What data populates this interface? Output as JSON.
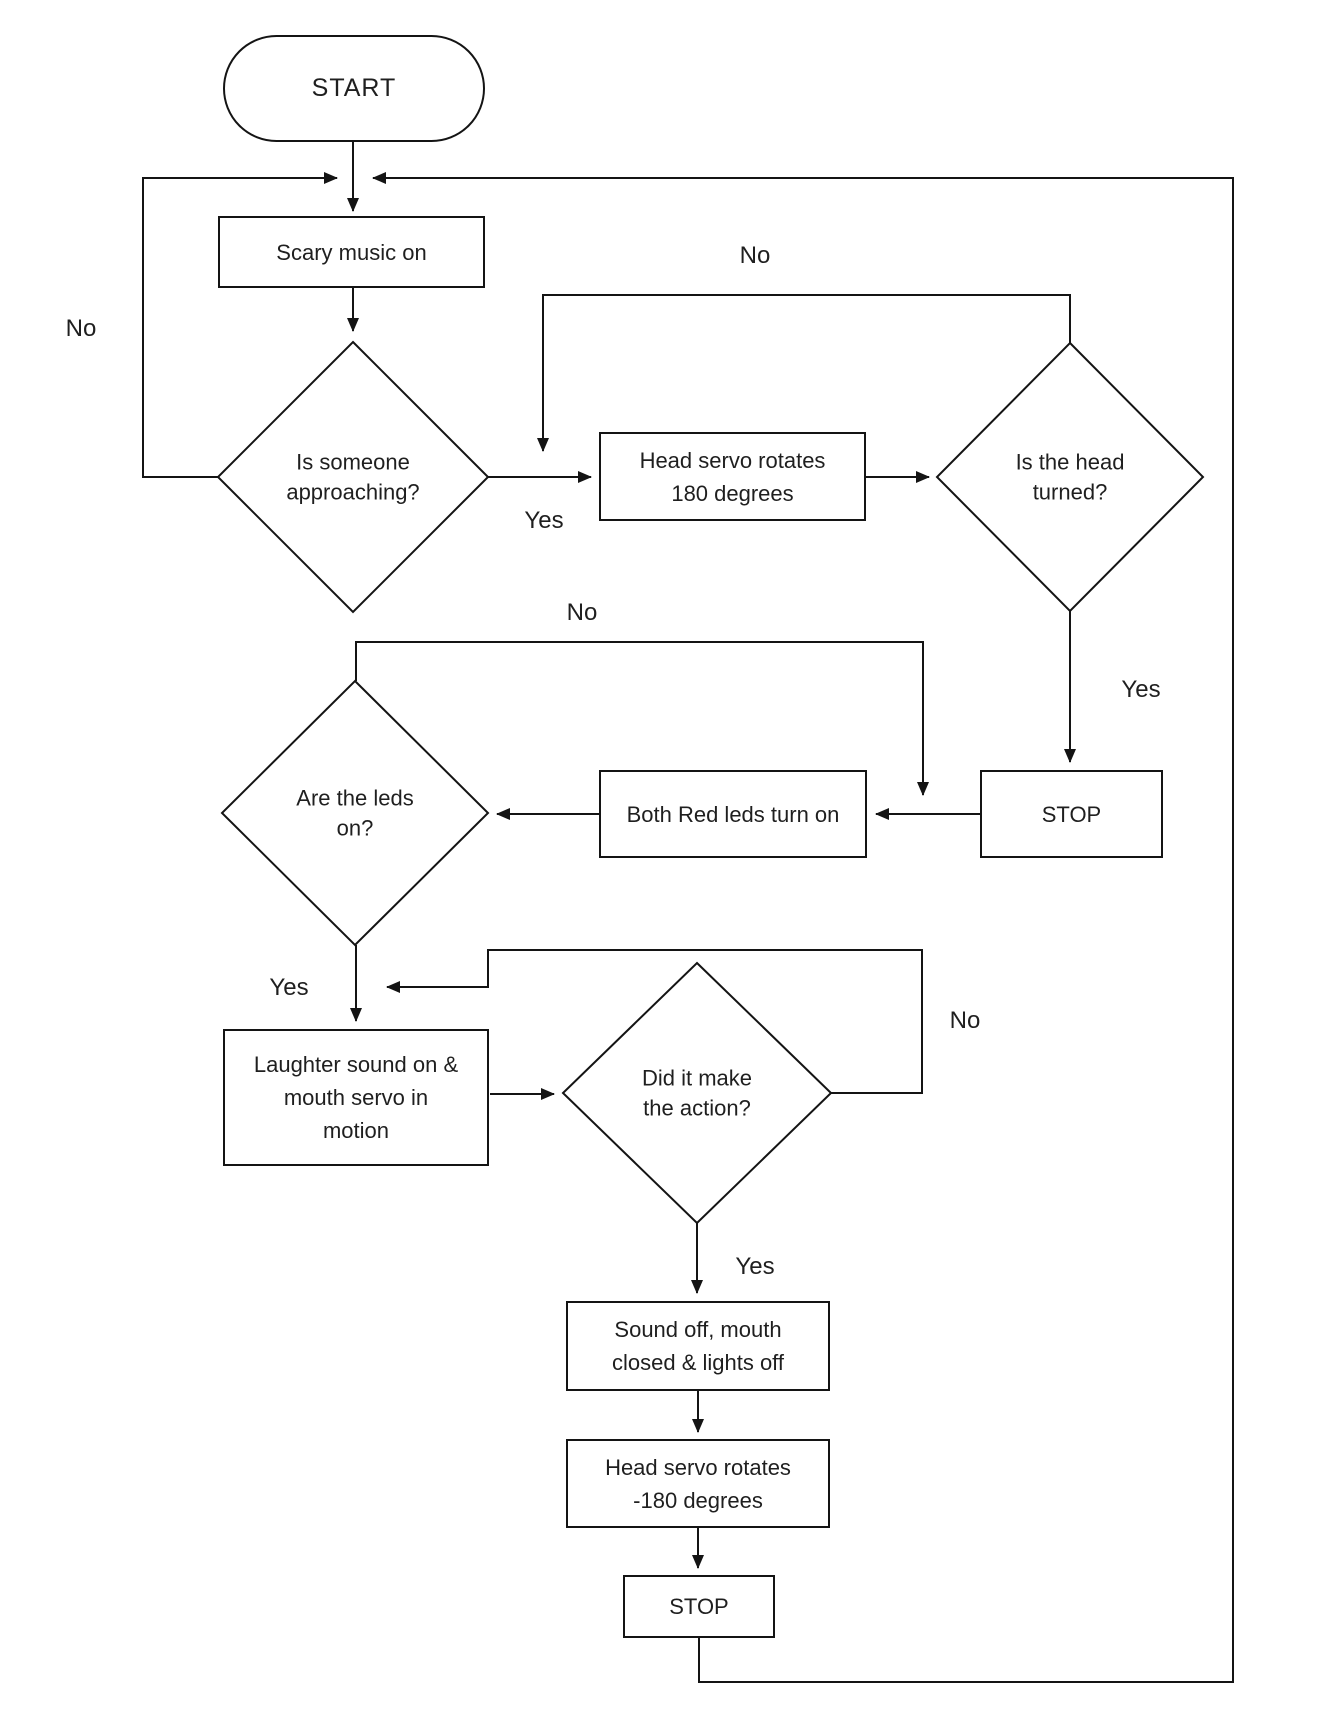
{
  "diagram": {
    "nodes": {
      "start": {
        "label": "START",
        "type": "terminator"
      },
      "scary_music": {
        "label": "Scary music on",
        "type": "process"
      },
      "is_someone_approaching": {
        "label": "Is someone\napproaching?",
        "type": "decision"
      },
      "head_servo_180": {
        "label": "Head servo rotates\n180 degrees",
        "type": "process"
      },
      "is_head_turned": {
        "label": "Is the head\nturned?",
        "type": "decision"
      },
      "stop_1": {
        "label": "STOP",
        "type": "process"
      },
      "both_red_leds": {
        "label": "Both Red leds turn on",
        "type": "process"
      },
      "are_leds_on": {
        "label": "Are the leds\non?",
        "type": "decision"
      },
      "laughter": {
        "label": "Laughter sound on &\nmouth servo in\nmotion",
        "type": "process"
      },
      "did_it_make_action": {
        "label": "Did it make\nthe action?",
        "type": "decision"
      },
      "sound_off": {
        "label": "Sound off, mouth\nclosed & lights off",
        "type": "process"
      },
      "head_servo_minus_180": {
        "label": "Head servo rotates\n-180 degrees",
        "type": "process"
      },
      "stop_2": {
        "label": "STOP",
        "type": "process"
      }
    },
    "edge_labels": {
      "approaching_no": "No",
      "approaching_yes": "Yes",
      "head_turned_no": "No",
      "head_turned_yes": "Yes",
      "leds_no": "No",
      "leds_yes": "Yes",
      "action_no": "No",
      "action_yes": "Yes"
    },
    "colors": {
      "line": "#141414",
      "background": "#ffffff",
      "text": "#1f1f1f"
    }
  }
}
